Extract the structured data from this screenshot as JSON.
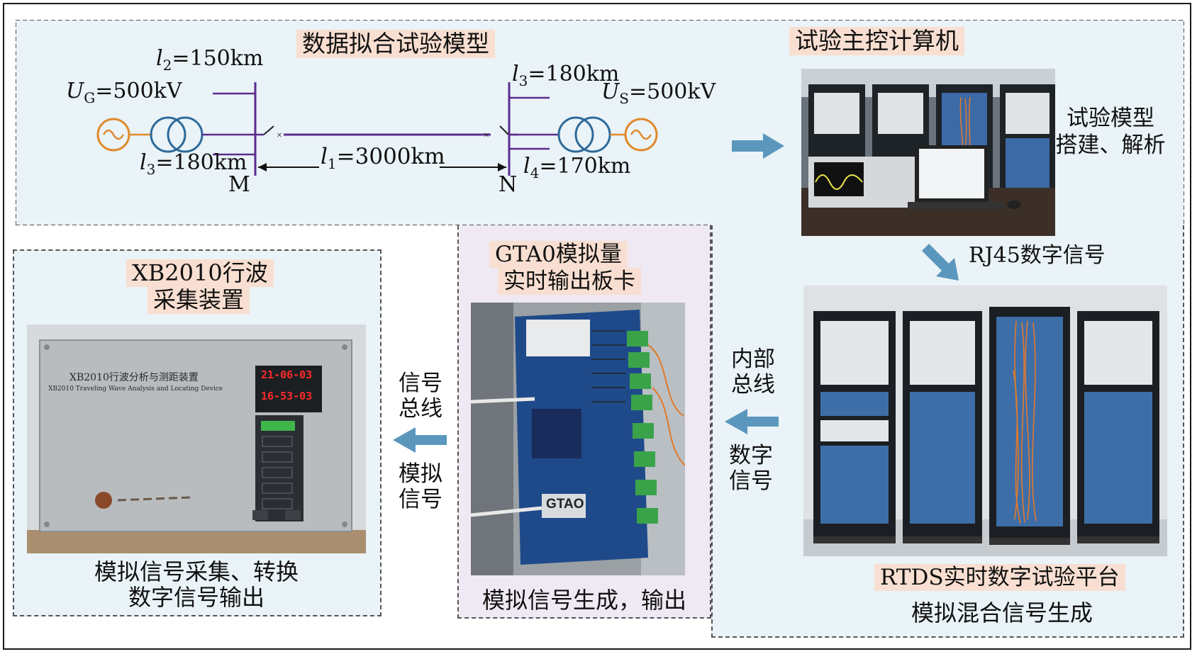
{
  "top_panel": {
    "title": "数据拟合试验模型",
    "model": {
      "ug_var": "U",
      "ug_sub": "G",
      "ug_val": "=500kV",
      "us_var": "U",
      "us_sub": "S",
      "us_val": "=500kV",
      "l2_var": "l",
      "l2_sub": "2",
      "l2_val": "=150km",
      "l3a_var": "l",
      "l3a_sub": "3",
      "l3a_val": "=180km",
      "l3b_var": "l",
      "l3b_sub": "3",
      "l3b_val": "=180km",
      "l1_var": "l",
      "l1_sub": "1",
      "l1_val": "=3000km",
      "l4_var": "l",
      "l4_sub": "4",
      "l4_val": "=170km",
      "node_m": "M",
      "node_n": "N"
    }
  },
  "master_pc": {
    "title": "试验主控计算机",
    "caption_line1": "试验模型",
    "caption_line2": "搭建、解析"
  },
  "rj45_label": "RJ45数字信号",
  "rtds": {
    "title": "RTDS实时数字试验平台",
    "subtitle": "模拟混合信号生成"
  },
  "arrow_right_labels": {
    "internal_bus_1": "内部",
    "internal_bus_2": "总线",
    "digital_1": "数字",
    "digital_2": "信号"
  },
  "gtao": {
    "title_line1": "GTA0模拟量",
    "title_line2": "实时输出板卡",
    "board_label": "GTAO",
    "caption": "模拟信号生成，输出"
  },
  "arrow_left_labels": {
    "signal_bus_1": "信号",
    "signal_bus_2": "总线",
    "analog_1": "模拟",
    "analog_2": "信号"
  },
  "xb2010": {
    "title_line1": "XB2010行波",
    "title_line2": "采集装置",
    "device_name_cn": "XB2010行波分析与测距装置",
    "device_name_en": "XB2010 Traveling Wave Analysis and Locating Device",
    "display_date": "21-06-03",
    "display_time": "16-53-03",
    "caption_line1": "模拟信号采集、转换",
    "caption_line2": "数字信号输出"
  },
  "colors": {
    "panel_blue": "#eaf3f7",
    "panel_purple": "#efe9f4",
    "tag_bg": "#f8dfd1",
    "line_purple": "#5a2d8c",
    "source_orange": "#e08a2c",
    "transformer_blue": "#2d6a9a",
    "arrow_blue": "#5b97bd"
  }
}
